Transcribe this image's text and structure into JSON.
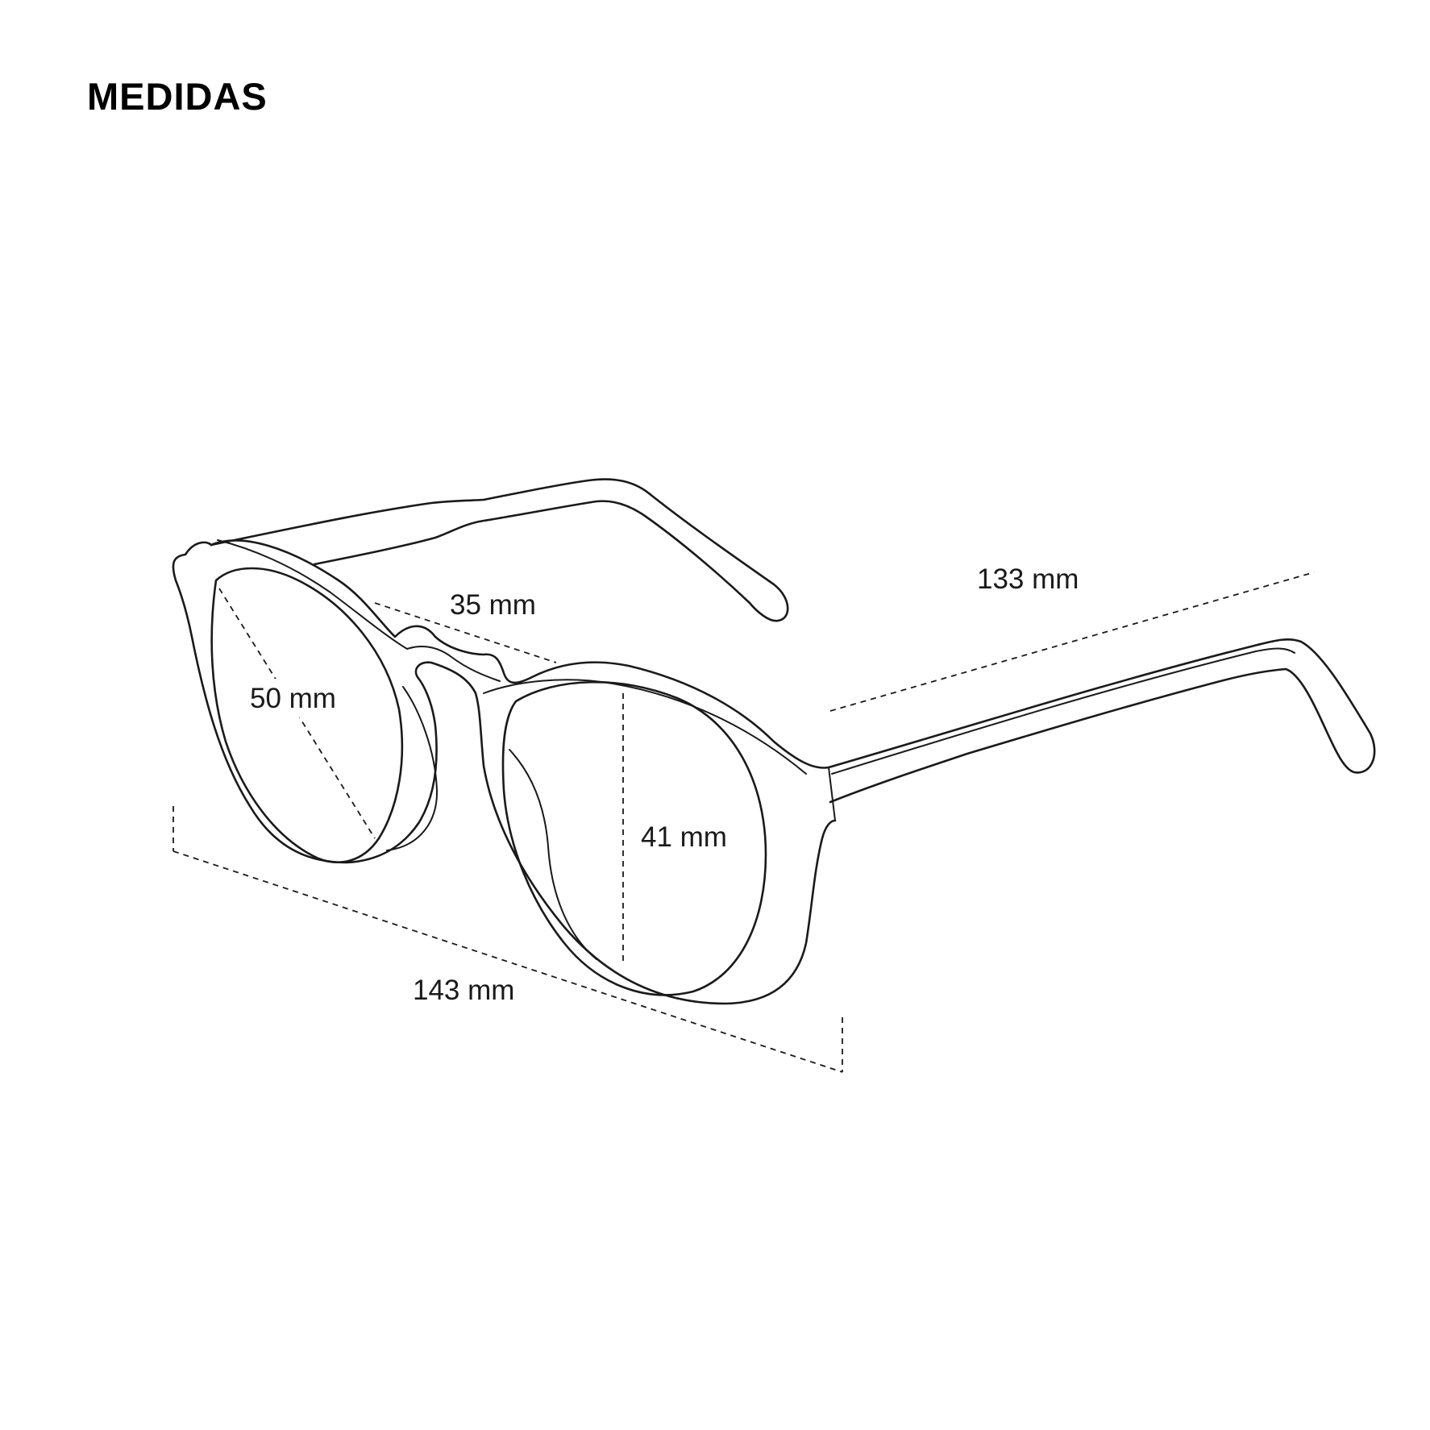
{
  "title": "MEDIDAS",
  "measurements": {
    "lens_width": "50 mm",
    "bridge_width": "35 mm",
    "temple_length": "133 mm",
    "lens_height": "41 mm",
    "frame_width": "143 mm"
  },
  "colors": {
    "line": "#1a1a1a",
    "background": "#ffffff"
  }
}
